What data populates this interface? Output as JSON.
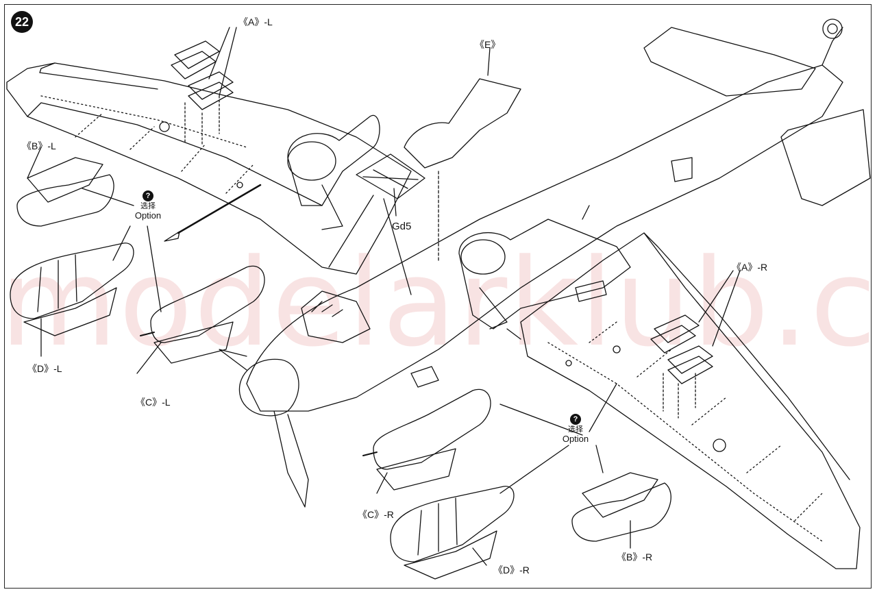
{
  "step_number": "22",
  "watermark": "modelarklub.cz",
  "labels": {
    "a_left": "《A》-L",
    "a_right": "《A》-R",
    "b_left": "《B》-L",
    "b_right": "《B》-R",
    "c_left": "《C》-L",
    "c_right": "《C》-R",
    "d_left": "《D》-L",
    "d_right": "《D》-R",
    "e": "《E》",
    "gd5": "Gd5"
  },
  "option_left": {
    "icon": "?",
    "cn": "选择",
    "en": "Option"
  },
  "option_right": {
    "icon": "?",
    "cn": "选择",
    "en": "Option"
  },
  "colors": {
    "line": "#111111",
    "watermark": "#d03030"
  }
}
